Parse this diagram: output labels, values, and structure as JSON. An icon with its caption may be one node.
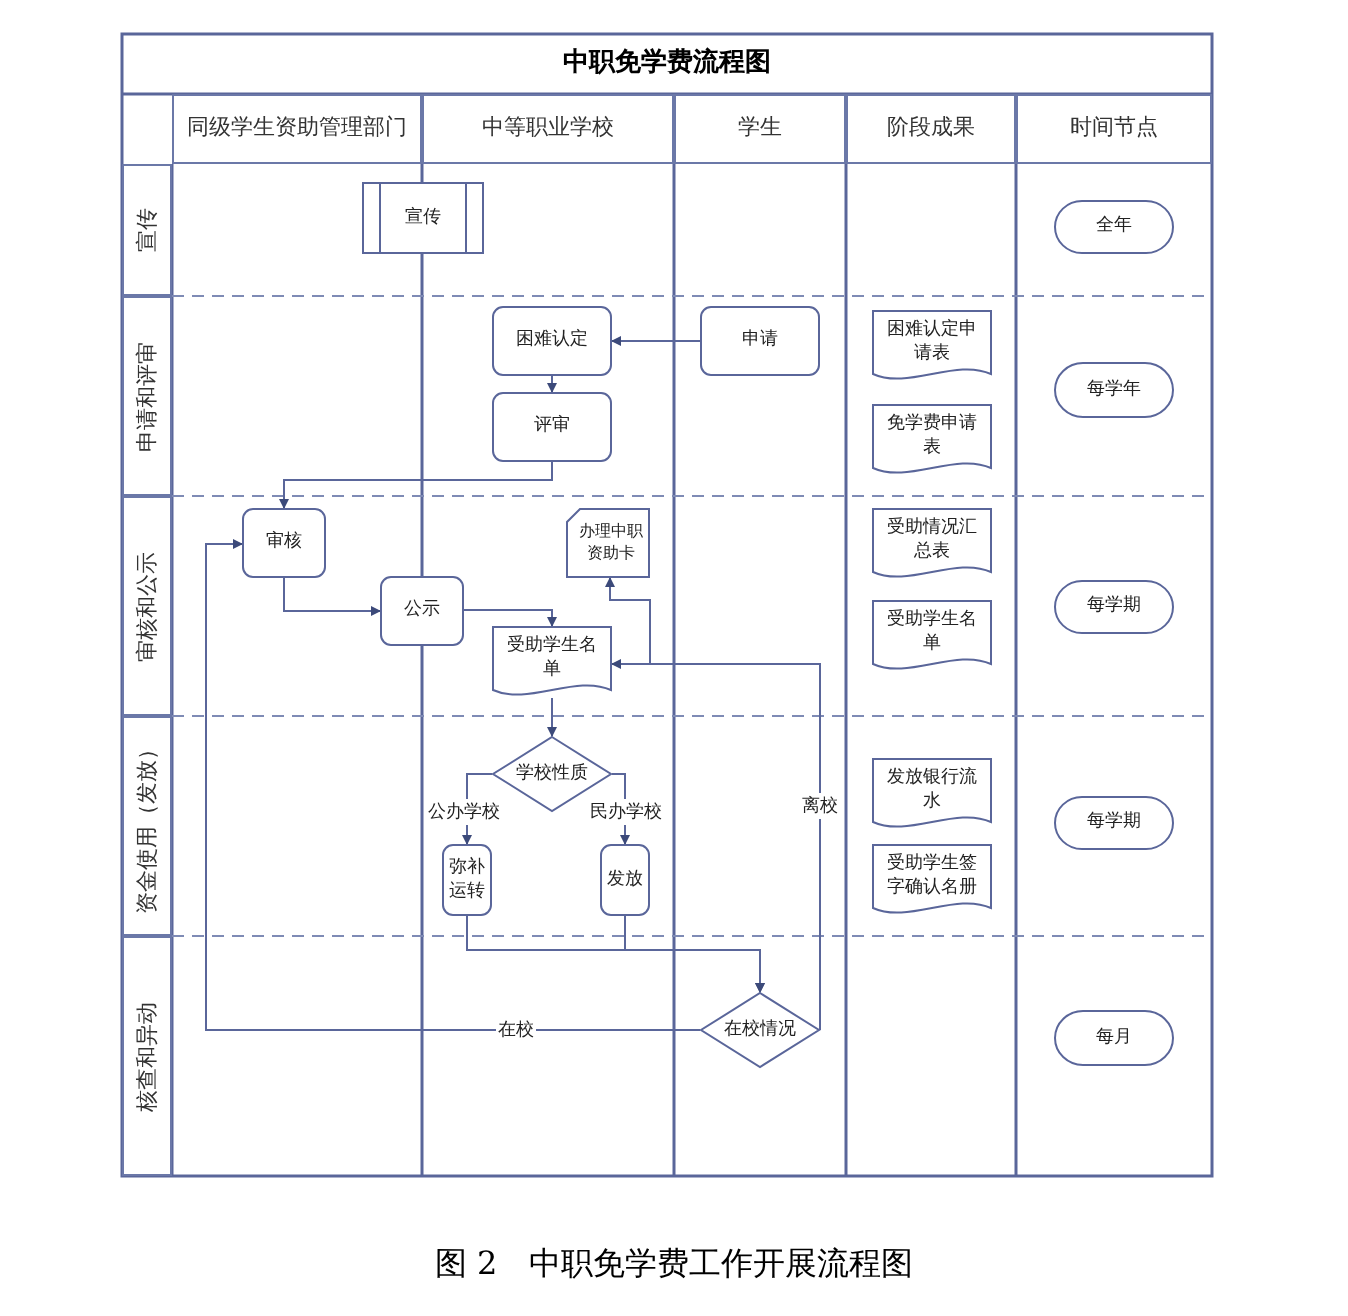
{
  "diagram": {
    "title": "中职免学费流程图",
    "caption": "图 2　中职免学费工作开展流程图",
    "nodes": [
      {
        "text": [
          "同级学生资助管理部门"
        ]
      },
      {
        "text": [
          "中等职业学校"
        ]
      },
      {
        "text": [
          "学生"
        ]
      },
      {
        "text": [
          "阶段成果"
        ]
      },
      {
        "text": [
          "时间节点"
        ]
      },
      {
        "text": [
          "宣传"
        ]
      },
      {
        "text": [
          "申请和评审"
        ]
      },
      {
        "text": [
          "审核和公示"
        ]
      },
      {
        "text": [
          "资金使用（发放）"
        ]
      },
      {
        "text": [
          "核查和异动"
        ]
      },
      {
        "text": [
          "宣传"
        ]
      },
      {
        "text": [
          "困难认定"
        ]
      },
      {
        "text": [
          "申请"
        ]
      },
      {
        "text": [
          "评审"
        ]
      },
      {
        "text": [
          "困难认定申请表"
        ]
      },
      {
        "text": [
          "免学费申请表"
        ]
      },
      {
        "text": [
          "全年"
        ]
      },
      {
        "text": [
          "每学年"
        ]
      },
      {
        "text": [
          "审核"
        ]
      },
      {
        "text": [
          "办理中职资助卡"
        ]
      },
      {
        "text": [
          "受助情况汇总表"
        ]
      },
      {
        "text": [
          "公示"
        ]
      },
      {
        "text": [
          "受助学生名单"
        ]
      },
      {
        "text": [
          "受助学生名单"
        ]
      },
      {
        "text": [
          "每学期"
        ]
      },
      {
        "text": [
          "学校性质"
        ]
      },
      {
        "text": [
          "弥补运转"
        ]
      },
      {
        "text": [
          "发放"
        ]
      },
      {
        "text": [
          "发放银行流水"
        ]
      },
      {
        "text": [
          "受助学生签字确认名册"
        ]
      },
      {
        "text": [
          "每学期"
        ]
      },
      {
        "text": [
          "在校情况"
        ]
      },
      {
        "text": [
          "每月"
        ]
      }
    ],
    "edges": [
      {
        "from": 12,
        "to": 11,
        "arrow": "to"
      },
      {
        "from": 11,
        "to": 13,
        "arrow": "to"
      },
      {
        "from": 13,
        "to": 18,
        "arrow": "to"
      },
      {
        "from": 18,
        "to": 21,
        "arrow": "to"
      },
      {
        "from": 21,
        "to": 22,
        "arrow": "to"
      },
      {
        "from": 22,
        "to": 25,
        "arrow": "to"
      },
      {
        "from": 25,
        "to": 26,
        "arrow": "to",
        "label": "公办学校"
      },
      {
        "from": 25,
        "to": 27,
        "arrow": "to",
        "label": "民办学校"
      },
      {
        "from": 26,
        "to": 31,
        "arrow": "to"
      },
      {
        "from": 27,
        "to": 31,
        "arrow": "to"
      },
      {
        "from": 31,
        "to": 18,
        "arrow": "to",
        "label": "在校"
      },
      {
        "from": 31,
        "to": 22,
        "arrow": "to",
        "label": "离校"
      },
      {
        "from": 31,
        "to": 19,
        "arrow": "to"
      }
    ]
  }
}
